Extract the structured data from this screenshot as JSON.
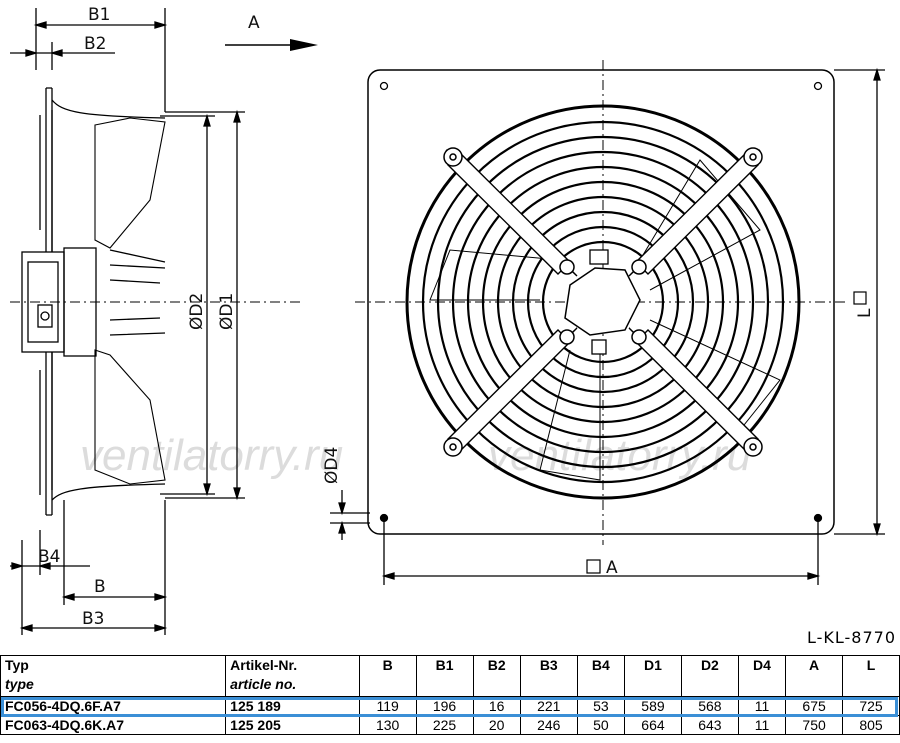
{
  "drawing": {
    "dim_b1": "B1",
    "dim_b2": "B2",
    "dim_b3": "B3",
    "dim_b4": "B4",
    "dim_b": "B",
    "dim_d1": "ØD1",
    "dim_d2": "ØD2",
    "dim_d4": "ØD4",
    "dim_a": "A",
    "dim_l": "L",
    "view_a": "A",
    "watermark": "ventilatorry.ru",
    "drawing_code": "L-KL-8770"
  },
  "table": {
    "headers": [
      {
        "main": "Typ",
        "sub": "type"
      },
      {
        "main": "Artikel-Nr.",
        "sub": "article no."
      },
      {
        "main": "B"
      },
      {
        "main": "B1"
      },
      {
        "main": "B2"
      },
      {
        "main": "B3"
      },
      {
        "main": "B4"
      },
      {
        "main": "D1"
      },
      {
        "main": "D2"
      },
      {
        "main": "D4"
      },
      {
        "main": "A"
      },
      {
        "main": "L"
      }
    ],
    "rows": [
      [
        "FC056-4DQ.6F.A7",
        "125 189",
        "119",
        "196",
        "16",
        "221",
        "53",
        "589",
        "568",
        "11",
        "675",
        "725"
      ],
      [
        "FC063-4DQ.6K.A7",
        "125 205",
        "130",
        "225",
        "20",
        "246",
        "50",
        "664",
        "643",
        "11",
        "750",
        "805"
      ]
    ],
    "highlight_color": "#3b8fd6"
  }
}
